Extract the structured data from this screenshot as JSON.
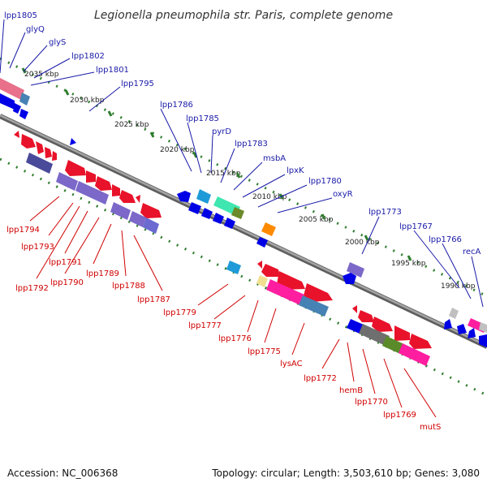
{
  "title": "Legionella pneumophila str. Paris, complete genome",
  "footer": {
    "accession": "Accession: NC_006368",
    "summary": "Topology: circular; Length: 3,503,610 bp; Genes: 3,080"
  },
  "colors": {
    "backbone": "#8a8a8a",
    "tick_dot": "#2f7d2f",
    "label_top": "#1a1aa8",
    "label_bottom": "#d00000",
    "leader_top": "#1a1aa8",
    "leader_bottom": "#d00000"
  },
  "scale_ticks": [
    "2035 kbp",
    "2030 kbp",
    "2025 kbp",
    "2020 kbp",
    "2015 kbp",
    "2010 kbp",
    "2005 kbp",
    "2000 kbp",
    "1995 kbp",
    "1990 kbp"
  ],
  "top_labels": [
    "lpp1805",
    "glyQ",
    "glyS",
    "lpp1802",
    "lpp1801",
    "lpp1795",
    "lpp1786",
    "lpp1785",
    "pyrD",
    "lpp1783",
    "msbA",
    "lpxK",
    "lpp1780",
    "oxyR",
    "lpp1773",
    "lpp1767",
    "lpp1766",
    "recA"
  ],
  "bottom_labels": [
    "lpp1794",
    "lpp1793",
    "lpp1791",
    "lpp1792",
    "lpp1790",
    "lpp1789",
    "lpp1788",
    "lpp1787",
    "lpp1779",
    "lpp1777",
    "lpp1776",
    "lpp1775",
    "lysAC",
    "lpp1772",
    "hemB",
    "lpp1770",
    "lpp1769",
    "mutS"
  ],
  "feature_colors": [
    "#e8122a",
    "#0000e6",
    "#7b68c8",
    "#4a4a9a",
    "#e8708a",
    "#ff1ea0",
    "#1e9ad8",
    "#3fe6b0",
    "#6b8a2a",
    "#ff8a00",
    "#f0e090",
    "#4682b4",
    "#9e9e9e",
    "#5a8a2a",
    "#c0c0c0"
  ]
}
